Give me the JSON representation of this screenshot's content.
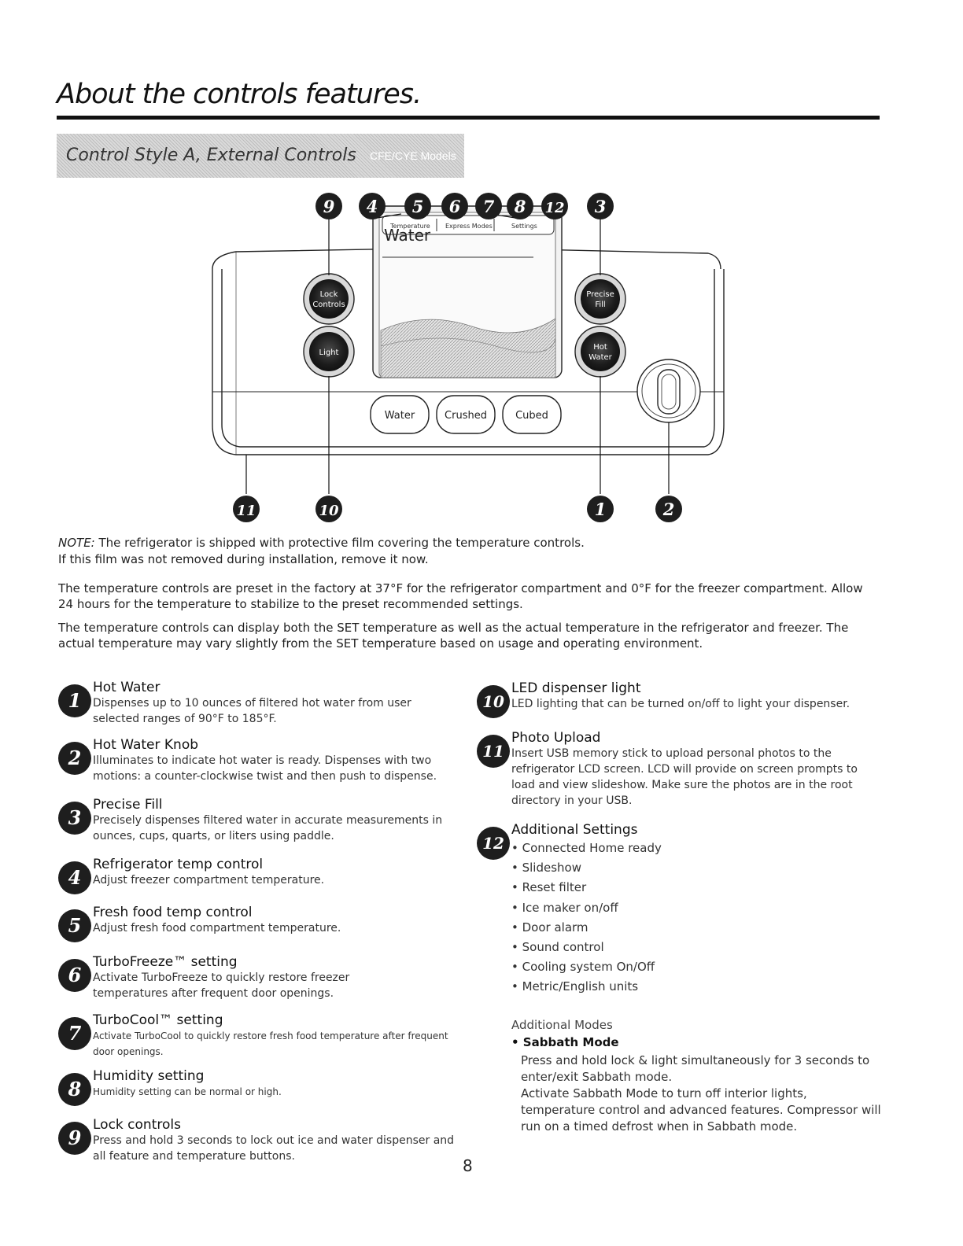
{
  "page": {
    "title": "About the controls features.",
    "section_title": "Control Style A, External Controls",
    "section_subtitle": "CFE/CYE Models",
    "page_number": "8"
  },
  "diagram": {
    "callouts_top": [
      "9",
      "4",
      "5",
      "6",
      "7",
      "8",
      "12",
      "3"
    ],
    "callouts_bottom": [
      "11",
      "10",
      "1",
      "2"
    ],
    "buttons": {
      "lock": [
        "Lock",
        "Controls"
      ],
      "light": "Light",
      "precise": [
        "Precise",
        "Fill"
      ],
      "hot": [
        "Hot",
        "Water"
      ]
    },
    "screen": {
      "tabs": [
        "Temperature",
        "Express Modes",
        "Settings"
      ],
      "label": "Water"
    },
    "dispense_buttons": [
      "Water",
      "Crushed",
      "Cubed"
    ]
  },
  "intro": {
    "note_label": "NOTE:",
    "note_text": " The refrigerator is shipped with protective film covering the temperature controls. If this film was not removed during installation, remove it now.",
    "para1": "The temperature controls are preset in the factory at 37°F for the refrigerator compartment and 0°F for the freezer compartment. Allow 24 hours for the temperature to stabilize to the preset recommended settings.",
    "para2": "The temperature controls can display both the SET temperature as well as the actual temperature in the refrigerator and freezer. The actual temperature may vary slightly from the SET temperature based on usage and operating environment."
  },
  "features_left": [
    {
      "num": "1",
      "title": "Hot Water",
      "desc": "Dispenses up to 10 ounces of filtered hot water from user selected ranges of 90°F to 185°F."
    },
    {
      "num": "2",
      "title": "Hot Water Knob",
      "desc": "Illuminates to indicate hot water is ready. Dispenses with two motions: a counter-clockwise twist and then push to dispense."
    },
    {
      "num": "3",
      "title": "Precise Fill",
      "desc": "Precisely dispenses filtered water in accurate measurements in ounces, cups, quarts, or liters using paddle."
    },
    {
      "num": "4",
      "title": "Refrigerator temp control",
      "desc": "Adjust freezer compartment temperature."
    },
    {
      "num": "5",
      "title": "Fresh food temp control",
      "desc": "Adjust fresh food compartment temperature."
    },
    {
      "num": "6",
      "title": "TurboFreeze™ setting",
      "desc": "Activate TurboFreeze to quickly restore freezer temperatures after frequent door openings."
    },
    {
      "num": "7",
      "title": "TurboCool™ setting",
      "desc": "Activate TurboCool to quickly restore fresh food temperature after frequent door openings."
    },
    {
      "num": "8",
      "title": "Humidity setting",
      "desc": "Humidity setting can be normal or high."
    },
    {
      "num": "9",
      "title": "Lock controls",
      "desc": "Press and hold 3 seconds to lock out ice and water dispenser and all feature and temperature buttons."
    }
  ],
  "features_right": [
    {
      "num": "10",
      "title": "LED dispenser light",
      "desc": "LED lighting that can be turned on/off to light your dispenser."
    },
    {
      "num": "11",
      "title": "Photo Upload",
      "desc": "Insert USB memory stick to upload personal photos to the refrigerator LCD screen. LCD will provide on screen prompts to load and view slideshow. Make sure the photos are in the root directory in your USB."
    },
    {
      "num": "12",
      "title": "Additional Settings",
      "desc": ""
    }
  ],
  "additional_settings": [
    "• Connected Home ready",
    "• Slideshow",
    "• Reset filter",
    "• Ice maker on/off",
    "• Door alarm",
    "• Sound control",
    "• Cooling system On/Off",
    "• Metric/English units"
  ],
  "modes": {
    "label": "Additional Modes",
    "sabbath_title": "• Sabbath Mode",
    "sabbath_line1": "Press and hold lock & light simultaneously for 3 seconds to enter/exit Sabbath mode.",
    "sabbath_line2": "Activate Sabbath Mode to turn off interior lights, temperature control and advanced features. Compressor will run on a timed defrost when in Sabbath mode."
  },
  "colors": {
    "badge": "#1e1e1e",
    "band": "#cfcfcf",
    "rule": "#111111"
  }
}
